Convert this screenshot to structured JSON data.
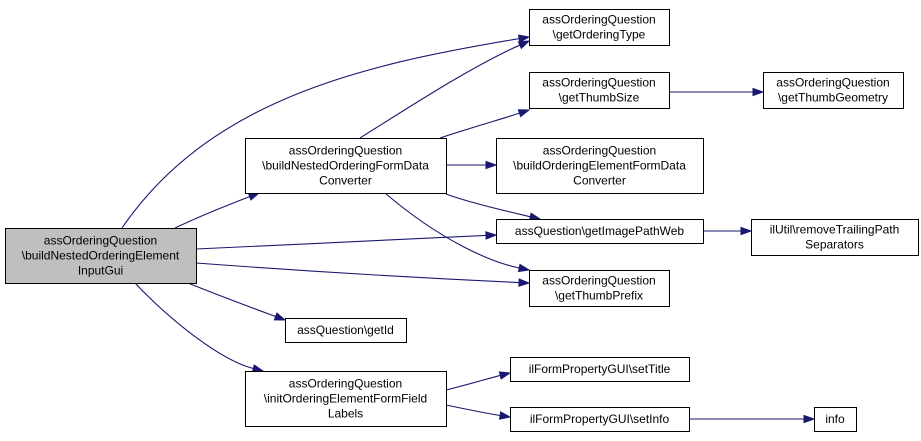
{
  "colors": {
    "edge": "#191970",
    "node_fill": "#ffffff",
    "root_fill": "#bfbfbf",
    "node_border": "#000000"
  },
  "nodes": [
    {
      "id": "root",
      "highlight": true,
      "lines": [
        "assOrderingQuestion",
        "\\buildNestedOrderingElement",
        "InputGui"
      ]
    },
    {
      "id": "buildNested",
      "lines": [
        "assOrderingQuestion",
        "\\buildNestedOrderingFormData",
        "Converter"
      ]
    },
    {
      "id": "getOrderingType",
      "lines": [
        "assOrderingQuestion",
        "\\getOrderingType"
      ]
    },
    {
      "id": "getThumbSize",
      "lines": [
        "assOrderingQuestion",
        "\\getThumbSize"
      ]
    },
    {
      "id": "getThumbGeometry",
      "lines": [
        "assOrderingQuestion",
        "\\getThumbGeometry"
      ]
    },
    {
      "id": "buildOrderingElement",
      "lines": [
        "assOrderingQuestion",
        "\\buildOrderingElementFormData",
        "Converter"
      ]
    },
    {
      "id": "getImagePathWeb",
      "lines": [
        "assQuestion\\getImagePathWeb"
      ]
    },
    {
      "id": "removeTrailing",
      "lines": [
        "ilUtil\\removeTrailingPath",
        "Separators"
      ]
    },
    {
      "id": "getThumbPrefix",
      "lines": [
        "assOrderingQuestion",
        "\\getThumbPrefix"
      ]
    },
    {
      "id": "getId",
      "lines": [
        "assQuestion\\getId"
      ]
    },
    {
      "id": "initOrdering",
      "lines": [
        "assOrderingQuestion",
        "\\initOrderingElementFormField",
        "Labels"
      ]
    },
    {
      "id": "setTitle",
      "lines": [
        "ilFormPropertyGUI\\setTitle"
      ]
    },
    {
      "id": "setInfo",
      "lines": [
        "ilFormPropertyGUI\\setInfo"
      ]
    },
    {
      "id": "info",
      "lines": [
        "info"
      ]
    }
  ],
  "edges": [
    {
      "from": "root",
      "to": "getOrderingType"
    },
    {
      "from": "root",
      "to": "buildNested"
    },
    {
      "from": "root",
      "to": "getImagePathWeb"
    },
    {
      "from": "root",
      "to": "getThumbPrefix"
    },
    {
      "from": "root",
      "to": "getId"
    },
    {
      "from": "root",
      "to": "initOrdering"
    },
    {
      "from": "buildNested",
      "to": "getOrderingType"
    },
    {
      "from": "buildNested",
      "to": "getThumbSize"
    },
    {
      "from": "buildNested",
      "to": "buildOrderingElement"
    },
    {
      "from": "buildNested",
      "to": "getImagePathWeb"
    },
    {
      "from": "buildNested",
      "to": "getThumbPrefix"
    },
    {
      "from": "getThumbSize",
      "to": "getThumbGeometry"
    },
    {
      "from": "getImagePathWeb",
      "to": "removeTrailing"
    },
    {
      "from": "initOrdering",
      "to": "setTitle"
    },
    {
      "from": "initOrdering",
      "to": "setInfo"
    },
    {
      "from": "setInfo",
      "to": "info"
    }
  ]
}
